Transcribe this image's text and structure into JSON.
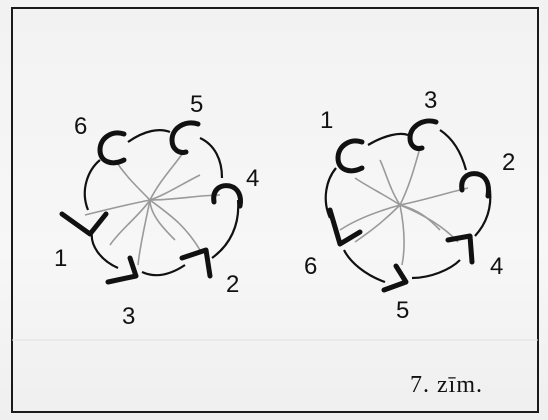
{
  "left_diagram": {
    "labels": [
      "6",
      "5",
      "4",
      "1",
      "2",
      "3"
    ]
  },
  "right_diagram": {
    "labels": [
      "1",
      "3",
      "2",
      "6",
      "4",
      "5"
    ]
  },
  "caption": "7. zīm."
}
